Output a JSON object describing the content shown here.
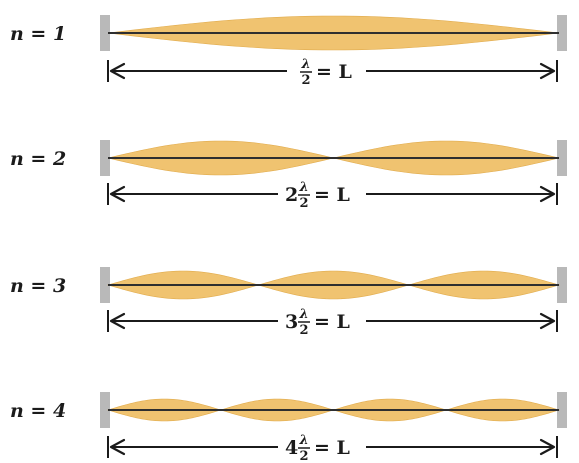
{
  "colors": {
    "string": "#2f2f2f",
    "envelope": "#f0c069",
    "envelope_edge": "#e0a844",
    "support": "#b9b9b9",
    "arrow": "#1b1b1b"
  },
  "modes": [
    {
      "n_label": "n = 1",
      "segments": 1,
      "equation": {
        "coefficient": "",
        "numerator": "λ",
        "denominator": "2",
        "rhs": "= L"
      }
    },
    {
      "n_label": "n = 2",
      "segments": 2,
      "equation": {
        "coefficient": "2",
        "numerator": "λ",
        "denominator": "2",
        "rhs": "= L"
      }
    },
    {
      "n_label": "n = 3",
      "segments": 3,
      "equation": {
        "coefficient": "3",
        "numerator": "λ",
        "denominator": "2",
        "rhs": "= L"
      }
    },
    {
      "n_label": "n = 4",
      "segments": 4,
      "equation": {
        "coefficient": "4",
        "numerator": "λ",
        "denominator": "2",
        "rhs": "= L"
      }
    }
  ]
}
